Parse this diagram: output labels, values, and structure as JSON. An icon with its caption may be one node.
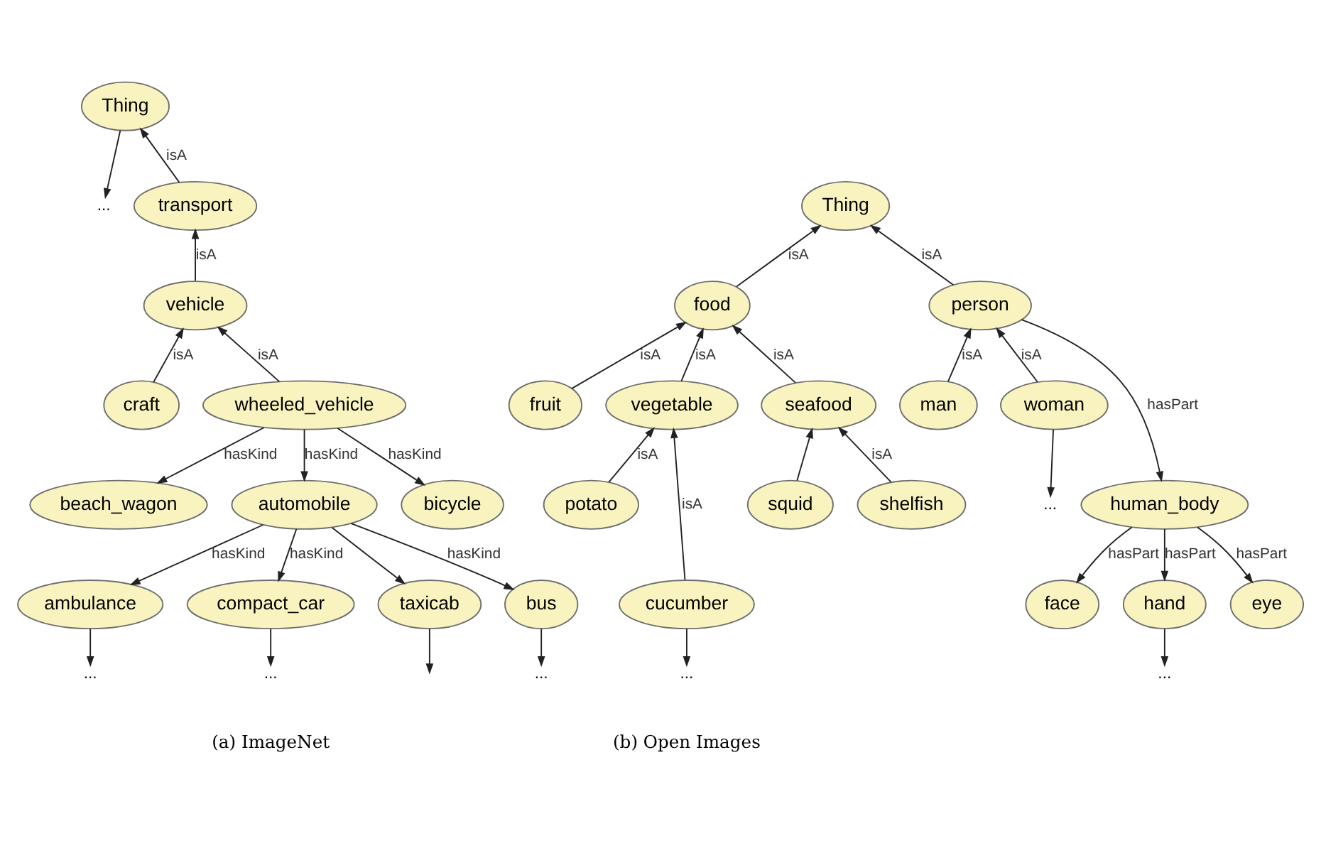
{
  "diagram": {
    "nodes": [
      {
        "text": [
          "Thing"
        ]
      },
      {
        "text": [
          "..."
        ]
      },
      {
        "text": [
          "transport"
        ]
      },
      {
        "text": [
          "vehicle"
        ]
      },
      {
        "text": [
          "craft"
        ]
      },
      {
        "text": [
          "wheeled_vehicle"
        ]
      },
      {
        "text": [
          "beach_wagon"
        ]
      },
      {
        "text": [
          "automobile"
        ]
      },
      {
        "text": [
          "bicycle"
        ]
      },
      {
        "text": [
          "ambulance"
        ]
      },
      {
        "text": [
          "compact_car"
        ]
      },
      {
        "text": [
          "taxicab"
        ]
      },
      {
        "text": [
          "bus"
        ]
      },
      {
        "text": [
          "..."
        ]
      },
      {
        "text": [
          "..."
        ]
      },
      {
        "text": [
          "..."
        ]
      },
      {
        "text": [
          "Thing"
        ]
      },
      {
        "text": [
          "food"
        ]
      },
      {
        "text": [
          "person"
        ]
      },
      {
        "text": [
          "fruit"
        ]
      },
      {
        "text": [
          "man"
        ]
      },
      {
        "text": [
          "vegetable"
        ]
      },
      {
        "text": [
          "seafood"
        ]
      },
      {
        "text": [
          "woman"
        ]
      },
      {
        "text": [
          "human_body"
        ]
      },
      {
        "text": [
          "squid"
        ]
      },
      {
        "text": [
          "potato"
        ]
      },
      {
        "text": [
          "shelfish"
        ]
      },
      {
        "text": [
          "..."
        ]
      },
      {
        "text": [
          "cucumber"
        ]
      },
      {
        "text": [
          "face"
        ]
      },
      {
        "text": [
          "hand"
        ]
      },
      {
        "text": [
          "eye"
        ]
      },
      {
        "text": [
          "..."
        ]
      },
      {
        "text": [
          "..."
        ]
      }
    ],
    "edges": [
      {
        "from": 0,
        "to": 1,
        "arrow": "to"
      },
      {
        "from": 2,
        "to": 0,
        "arrow": "to",
        "label": "isA"
      },
      {
        "from": 3,
        "to": 2,
        "arrow": "to",
        "label": "isA"
      },
      {
        "from": 5,
        "to": 3,
        "arrow": "to",
        "label": "isA"
      },
      {
        "from": 4,
        "to": 3,
        "arrow": "to",
        "label": "isA"
      },
      {
        "from": 5,
        "to": 6,
        "arrow": "to",
        "label": "hasKind"
      },
      {
        "from": 5,
        "to": 7,
        "arrow": "to",
        "label": "hasKind"
      },
      {
        "from": 5,
        "to": 8,
        "arrow": "to",
        "label": "hasKind"
      },
      {
        "from": 7,
        "to": 9,
        "arrow": "to",
        "label": "hasKind"
      },
      {
        "from": 7,
        "to": 10,
        "arrow": "to",
        "label": "hasKind"
      },
      {
        "from": 7,
        "to": 11,
        "arrow": "to"
      },
      {
        "from": 7,
        "to": 12,
        "arrow": "to",
        "label": "hasKind"
      },
      {
        "from": 9,
        "to": 13,
        "arrow": "to"
      },
      {
        "from": 10,
        "to": 14,
        "arrow": "to"
      },
      {
        "from": 11,
        "to": null,
        "arrow": "to"
      },
      {
        "from": 12,
        "to": 15,
        "arrow": "to"
      },
      {
        "from": 17,
        "to": 16,
        "arrow": "to",
        "label": "isA"
      },
      {
        "from": 18,
        "to": 16,
        "arrow": "to",
        "label": "isA"
      },
      {
        "from": 19,
        "to": 17,
        "arrow": "to",
        "label": "isA"
      },
      {
        "from": 22,
        "to": 17,
        "arrow": "to",
        "label": "isA"
      },
      {
        "from": 21,
        "to": 17,
        "arrow": "to",
        "label": "isA"
      },
      {
        "from": 20,
        "to": 18,
        "arrow": "to",
        "label": "isA"
      },
      {
        "from": 23,
        "to": 18,
        "arrow": "to",
        "label": "isA"
      },
      {
        "from": 18,
        "to": 24,
        "arrow": "to",
        "label": "hasPart"
      },
      {
        "from": 23,
        "to": 28,
        "arrow": "to"
      },
      {
        "from": 26,
        "to": 21,
        "arrow": "to",
        "label": "isA"
      },
      {
        "from": 29,
        "to": 21,
        "arrow": "to",
        "label": "isA"
      },
      {
        "from": 25,
        "to": 22,
        "arrow": "to"
      },
      {
        "from": 27,
        "to": 22,
        "arrow": "to",
        "label": "isA"
      },
      {
        "from": 24,
        "to": 31,
        "arrow": "to",
        "label": "hasPart"
      },
      {
        "from": 24,
        "to": 32,
        "arrow": "to",
        "label": "hasPart"
      },
      {
        "from": 24,
        "to": 30,
        "arrow": "to",
        "label": "hasPart"
      },
      {
        "from": 29,
        "to": 33,
        "arrow": "to"
      },
      {
        "from": 31,
        "to": 34,
        "arrow": "to"
      }
    ],
    "labels": [
      "(a) ImageNet",
      "(b) Open Images"
    ]
  }
}
